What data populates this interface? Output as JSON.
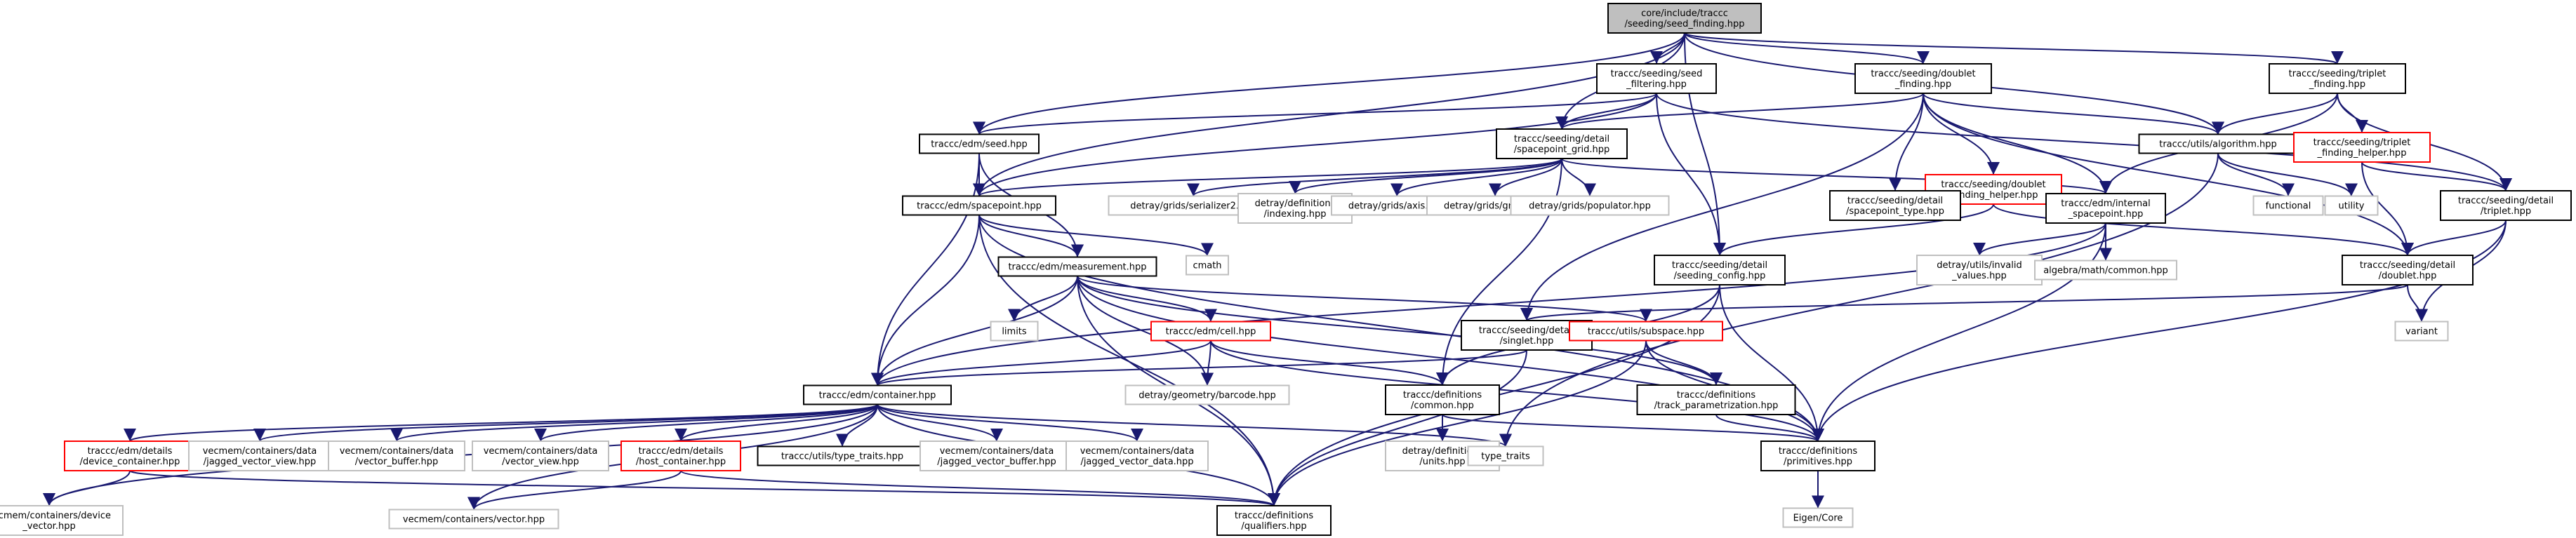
{
  "graph": {
    "title": "",
    "colors": {
      "root_fill": "#bfbfbf",
      "node_stroke": "#000000",
      "missing_stroke": "#bfbfbf",
      "linked_stroke": "#ff0000",
      "edge": "#191970"
    },
    "nodes": [
      {
        "id": "root",
        "kind": "root",
        "lines": [
          "core/include/traccc",
          "/seeding/seed_finding.hpp"
        ]
      },
      {
        "id": "seed_filtering",
        "kind": "normal",
        "lines": [
          "traccc/seeding/seed",
          "_filtering.hpp"
        ]
      },
      {
        "id": "doublet_finding",
        "kind": "normal",
        "lines": [
          "traccc/seeding/doublet",
          "_finding.hpp"
        ]
      },
      {
        "id": "triplet_finding",
        "kind": "normal",
        "lines": [
          "traccc/seeding/triplet",
          "_finding.hpp"
        ]
      },
      {
        "id": "seed",
        "kind": "normal",
        "lines": [
          "traccc/edm/seed.hpp"
        ]
      },
      {
        "id": "spacepoint_grid",
        "kind": "normal",
        "lines": [
          "traccc/seeding/detail",
          "/spacepoint_grid.hpp"
        ]
      },
      {
        "id": "doublet_finding_helper",
        "kind": "linked",
        "lines": [
          "traccc/seeding/doublet",
          "_finding_helper.hpp"
        ]
      },
      {
        "id": "algorithm",
        "kind": "normal",
        "lines": [
          "traccc/utils/algorithm.hpp"
        ]
      },
      {
        "id": "triplet_finding_helper",
        "kind": "linked",
        "lines": [
          "traccc/seeding/triplet",
          "_finding_helper.hpp"
        ]
      },
      {
        "id": "spacepoint",
        "kind": "normal",
        "lines": [
          "traccc/edm/spacepoint.hpp"
        ]
      },
      {
        "id": "serializer2",
        "kind": "missing",
        "lines": [
          "detray/grids/serializer2.hpp"
        ]
      },
      {
        "id": "indexing",
        "kind": "missing",
        "lines": [
          "detray/definitions",
          "/indexing.hpp"
        ]
      },
      {
        "id": "axis",
        "kind": "missing",
        "lines": [
          "detray/grids/axis.hpp"
        ]
      },
      {
        "id": "grid2",
        "kind": "missing",
        "lines": [
          "detray/grids/grid2.hpp"
        ]
      },
      {
        "id": "populator",
        "kind": "missing",
        "lines": [
          "detray/grids/populator.hpp"
        ]
      },
      {
        "id": "spacepoint_type",
        "kind": "normal",
        "lines": [
          "traccc/seeding/detail",
          "/spacepoint_type.hpp"
        ]
      },
      {
        "id": "internal_spacepoint",
        "kind": "normal",
        "lines": [
          "traccc/edm/internal",
          "_spacepoint.hpp"
        ]
      },
      {
        "id": "functional",
        "kind": "missing",
        "lines": [
          "functional"
        ]
      },
      {
        "id": "utility",
        "kind": "missing",
        "lines": [
          "utility"
        ]
      },
      {
        "id": "triplet",
        "kind": "normal",
        "lines": [
          "traccc/seeding/detail",
          "/triplet.hpp"
        ]
      },
      {
        "id": "cmath",
        "kind": "missing",
        "lines": [
          "cmath"
        ]
      },
      {
        "id": "measurement",
        "kind": "normal",
        "lines": [
          "traccc/edm/measurement.hpp"
        ]
      },
      {
        "id": "seeding_config",
        "kind": "normal",
        "lines": [
          "traccc/seeding/detail",
          "/seeding_config.hpp"
        ]
      },
      {
        "id": "invalid_values",
        "kind": "missing",
        "lines": [
          "detray/utils/invalid",
          "_values.hpp"
        ]
      },
      {
        "id": "algebra_common",
        "kind": "missing",
        "lines": [
          "algebra/math/common.hpp"
        ]
      },
      {
        "id": "doublet",
        "kind": "normal",
        "lines": [
          "traccc/seeding/detail",
          "/doublet.hpp"
        ]
      },
      {
        "id": "limits",
        "kind": "missing",
        "lines": [
          "limits"
        ]
      },
      {
        "id": "cell",
        "kind": "linked",
        "lines": [
          "traccc/edm/cell.hpp"
        ]
      },
      {
        "id": "singlet",
        "kind": "normal",
        "lines": [
          "traccc/seeding/detail",
          "/singlet.hpp"
        ]
      },
      {
        "id": "subspace",
        "kind": "linked",
        "lines": [
          "traccc/utils/subspace.hpp"
        ]
      },
      {
        "id": "variant",
        "kind": "missing",
        "lines": [
          "variant"
        ]
      },
      {
        "id": "container",
        "kind": "normal",
        "lines": [
          "traccc/edm/container.hpp"
        ]
      },
      {
        "id": "barcode",
        "kind": "missing",
        "lines": [
          "detray/geometry/barcode.hpp"
        ]
      },
      {
        "id": "def_common",
        "kind": "normal",
        "lines": [
          "traccc/definitions",
          "/common.hpp"
        ]
      },
      {
        "id": "track_param",
        "kind": "normal",
        "lines": [
          "traccc/definitions",
          "/track_parametrization.hpp"
        ]
      },
      {
        "id": "device_container",
        "kind": "linked",
        "lines": [
          "traccc/edm/details",
          "/device_container.hpp"
        ]
      },
      {
        "id": "jagged_vector_view",
        "kind": "missing",
        "lines": [
          "vecmem/containers/data",
          "/jagged_vector_view.hpp"
        ]
      },
      {
        "id": "vector_buffer",
        "kind": "missing",
        "lines": [
          "vecmem/containers/data",
          "/vector_buffer.hpp"
        ]
      },
      {
        "id": "vector_view",
        "kind": "missing",
        "lines": [
          "vecmem/containers/data",
          "/vector_view.hpp"
        ]
      },
      {
        "id": "host_container",
        "kind": "linked",
        "lines": [
          "traccc/edm/details",
          "/host_container.hpp"
        ]
      },
      {
        "id": "type_traits_utils",
        "kind": "normal",
        "lines": [
          "traccc/utils/type_traits.hpp"
        ]
      },
      {
        "id": "jagged_vector_buffer",
        "kind": "missing",
        "lines": [
          "vecmem/containers/data",
          "/jagged_vector_buffer.hpp"
        ]
      },
      {
        "id": "jagged_vector_data",
        "kind": "missing",
        "lines": [
          "vecmem/containers/data",
          "/jagged_vector_data.hpp"
        ]
      },
      {
        "id": "units",
        "kind": "missing",
        "lines": [
          "detray/definitions",
          "/units.hpp"
        ]
      },
      {
        "id": "type_traits",
        "kind": "missing",
        "lines": [
          "type_traits"
        ]
      },
      {
        "id": "primitives",
        "kind": "normal",
        "lines": [
          "traccc/definitions",
          "/primitives.hpp"
        ]
      },
      {
        "id": "device_vector",
        "kind": "missing",
        "lines": [
          "vecmem/containers/device",
          "_vector.hpp"
        ]
      },
      {
        "id": "vecmem_vector",
        "kind": "missing",
        "lines": [
          "vecmem/containers/vector.hpp"
        ]
      },
      {
        "id": "qualifiers",
        "kind": "normal",
        "lines": [
          "traccc/definitions",
          "/qualifiers.hpp"
        ]
      },
      {
        "id": "eigen_core",
        "kind": "missing",
        "lines": [
          "Eigen/Core"
        ]
      }
    ],
    "edges": [
      [
        "root",
        "seed_filtering"
      ],
      [
        "root",
        "doublet_finding"
      ],
      [
        "root",
        "triplet_finding"
      ],
      [
        "root",
        "seed"
      ],
      [
        "root",
        "spacepoint_grid"
      ],
      [
        "root",
        "spacepoint"
      ],
      [
        "root",
        "algorithm"
      ],
      [
        "root",
        "seeding_config"
      ],
      [
        "seed_filtering",
        "seed"
      ],
      [
        "seed_filtering",
        "spacepoint_grid"
      ],
      [
        "seed_filtering",
        "spacepoint"
      ],
      [
        "seed_filtering",
        "seeding_config"
      ],
      [
        "seed_filtering",
        "triplet"
      ],
      [
        "doublet_finding",
        "spacepoint_grid"
      ],
      [
        "doublet_finding",
        "doublet_finding_helper"
      ],
      [
        "doublet_finding",
        "algorithm"
      ],
      [
        "doublet_finding",
        "spacepoint_type"
      ],
      [
        "doublet_finding",
        "internal_spacepoint"
      ],
      [
        "doublet_finding",
        "doublet"
      ],
      [
        "doublet_finding",
        "singlet"
      ],
      [
        "triplet_finding",
        "algorithm"
      ],
      [
        "triplet_finding",
        "triplet_finding_helper"
      ],
      [
        "triplet_finding",
        "internal_spacepoint"
      ],
      [
        "triplet_finding",
        "triplet"
      ],
      [
        "seed",
        "spacepoint"
      ],
      [
        "seed",
        "container"
      ],
      [
        "seed",
        "measurement"
      ],
      [
        "spacepoint_grid",
        "spacepoint"
      ],
      [
        "spacepoint_grid",
        "serializer2"
      ],
      [
        "spacepoint_grid",
        "indexing"
      ],
      [
        "spacepoint_grid",
        "axis"
      ],
      [
        "spacepoint_grid",
        "grid2"
      ],
      [
        "spacepoint_grid",
        "populator"
      ],
      [
        "spacepoint_grid",
        "internal_spacepoint"
      ],
      [
        "spacepoint_grid",
        "def_common"
      ],
      [
        "doublet_finding_helper",
        "spacepoint_type"
      ],
      [
        "doublet_finding_helper",
        "internal_spacepoint"
      ],
      [
        "doublet_finding_helper",
        "doublet"
      ],
      [
        "doublet_finding_helper",
        "seeding_config"
      ],
      [
        "algorithm",
        "functional"
      ],
      [
        "algorithm",
        "utility"
      ],
      [
        "algorithm",
        "type_traits"
      ],
      [
        "triplet_finding_helper",
        "triplet"
      ],
      [
        "triplet_finding_helper",
        "doublet"
      ],
      [
        "spacepoint",
        "measurement"
      ],
      [
        "spacepoint",
        "container"
      ],
      [
        "spacepoint",
        "cmath"
      ],
      [
        "spacepoint",
        "primitives"
      ],
      [
        "spacepoint",
        "qualifiers"
      ],
      [
        "internal_spacepoint",
        "invalid_values"
      ],
      [
        "internal_spacepoint",
        "algebra_common"
      ],
      [
        "internal_spacepoint",
        "primitives"
      ],
      [
        "internal_spacepoint",
        "container"
      ],
      [
        "triplet",
        "doublet"
      ],
      [
        "triplet",
        "variant"
      ],
      [
        "triplet",
        "primitives"
      ],
      [
        "measurement",
        "limits"
      ],
      [
        "measurement",
        "cell"
      ],
      [
        "measurement",
        "container"
      ],
      [
        "measurement",
        "barcode"
      ],
      [
        "measurement",
        "subspace"
      ],
      [
        "measurement",
        "track_param"
      ],
      [
        "measurement",
        "primitives"
      ],
      [
        "measurement",
        "qualifiers"
      ],
      [
        "seeding_config",
        "def_common"
      ],
      [
        "seeding_config",
        "primitives"
      ],
      [
        "seeding_config",
        "qualifiers"
      ],
      [
        "doublet",
        "variant"
      ],
      [
        "doublet",
        "singlet"
      ],
      [
        "cell",
        "container"
      ],
      [
        "cell",
        "barcode"
      ],
      [
        "cell",
        "def_common"
      ],
      [
        "cell",
        "primitives"
      ],
      [
        "singlet",
        "container"
      ],
      [
        "singlet",
        "qualifiers"
      ],
      [
        "subspace",
        "track_param"
      ],
      [
        "subspace",
        "primitives"
      ],
      [
        "subspace",
        "qualifiers"
      ],
      [
        "container",
        "device_container"
      ],
      [
        "container",
        "jagged_vector_view"
      ],
      [
        "container",
        "vector_buffer"
      ],
      [
        "container",
        "vector_view"
      ],
      [
        "container",
        "host_container"
      ],
      [
        "container",
        "type_traits_utils"
      ],
      [
        "container",
        "jagged_vector_buffer"
      ],
      [
        "container",
        "jagged_vector_data"
      ],
      [
        "container",
        "type_traits"
      ],
      [
        "container",
        "qualifiers"
      ],
      [
        "container",
        "device_vector"
      ],
      [
        "container",
        "vecmem_vector"
      ],
      [
        "def_common",
        "units"
      ],
      [
        "def_common",
        "primitives"
      ],
      [
        "track_param",
        "primitives"
      ],
      [
        "device_container",
        "device_vector"
      ],
      [
        "device_container",
        "qualifiers"
      ],
      [
        "host_container",
        "vecmem_vector"
      ],
      [
        "host_container",
        "qualifiers"
      ],
      [
        "primitives",
        "eigen_core"
      ]
    ]
  }
}
